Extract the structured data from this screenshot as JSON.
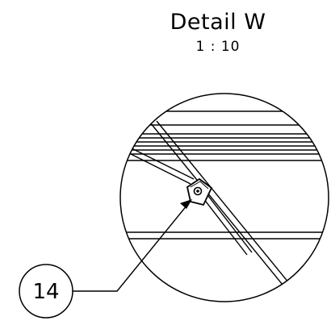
{
  "detail": {
    "title": "Detail W",
    "scale": "1 : 10"
  },
  "balloon": {
    "label": "14"
  }
}
